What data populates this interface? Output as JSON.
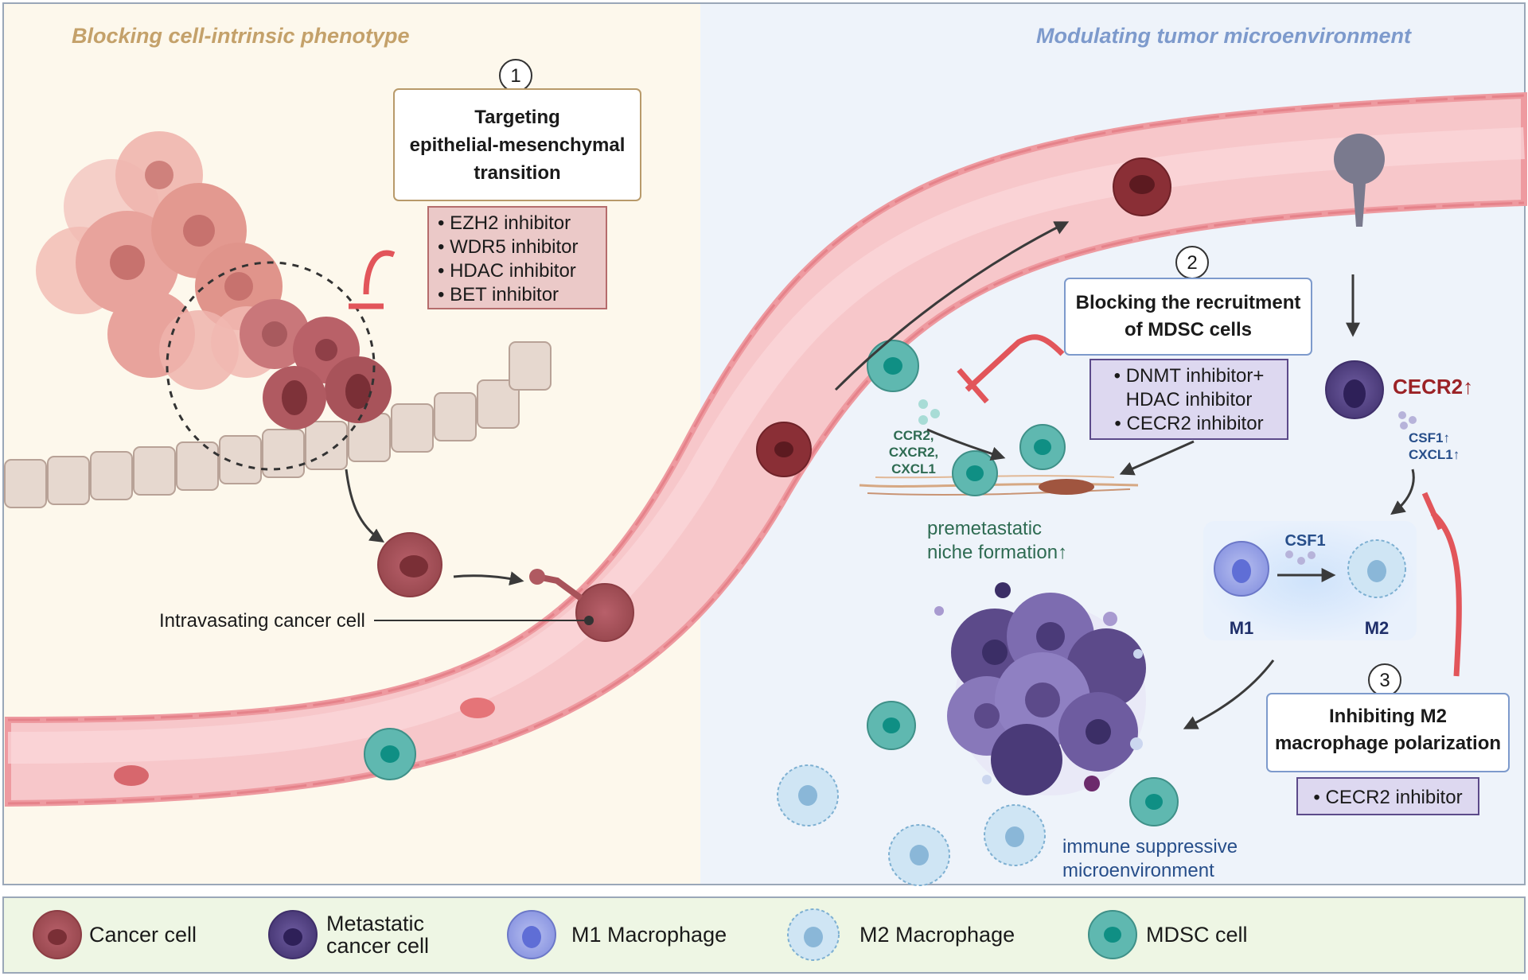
{
  "panels": {
    "left_title": "Blocking cell-intrinsic phenotype",
    "right_title": "Modulating tumor microenvironment"
  },
  "strategy1": {
    "number": "1",
    "title_lines": [
      "Targeting",
      "epithelial-mesenchymal",
      "transition"
    ],
    "drugs": [
      "• EZH2 inhibitor",
      "• WDR5 inhibitor",
      "• HDAC inhibitor",
      "• BET inhibitor"
    ]
  },
  "strategy2": {
    "number": "2",
    "title_lines": [
      "Blocking the recruitment",
      "of MDSC cells"
    ],
    "drugs": [
      "• DNMT inhibitor+",
      "HDAC inhibitor",
      "• CECR2 inhibitor"
    ]
  },
  "strategy3": {
    "number": "3",
    "title_lines": [
      "Inhibiting M2",
      "macrophage polarization"
    ],
    "drugs": [
      "• CECR2 inhibitor"
    ]
  },
  "labels": {
    "intravasating": "Intravasating cancer cell",
    "chemokines": [
      "CCR2,",
      "CXCR2,",
      "CXCL1"
    ],
    "premetastatic": [
      "premetastatic",
      "niche formation↑"
    ],
    "cecr2": "CECR2↑",
    "csf_cxcl": [
      "CSF1↑",
      "CXCL1↑"
    ],
    "csf1": "CSF1",
    "m1": "M1",
    "m2": "M2",
    "immune": [
      "immune suppressive",
      "microenvironment"
    ]
  },
  "legend": [
    {
      "label_lines": [
        "Cancer cell"
      ],
      "icon": "cancer-cell-icon"
    },
    {
      "label_lines": [
        "Metastatic",
        "cancer cell"
      ],
      "icon": "metastatic-cancer-cell-icon"
    },
    {
      "label_lines": [
        "M1 Macrophage"
      ],
      "icon": "m1-macrophage-icon"
    },
    {
      "label_lines": [
        "M2 Macrophage"
      ],
      "icon": "m2-macrophage-icon"
    },
    {
      "label_lines": [
        "MDSC cell"
      ],
      "icon": "mdsc-cell-icon"
    }
  ],
  "colors": {
    "left_bg": "#fdf8ec",
    "right_bg": "#eef3fa",
    "left_title": "#c4a16a",
    "right_title": "#7d9acc",
    "vessel": "#f4b8bc",
    "cancer_cell": "#a8535a",
    "metastatic_cell": "#5c4a8a",
    "mdsc_cell": "#5fb8b0",
    "inhibit_red": "#e2555a",
    "green_text": "#2e6b52",
    "blue_text": "#274e8a",
    "legend_bg": "#eef6e4"
  }
}
